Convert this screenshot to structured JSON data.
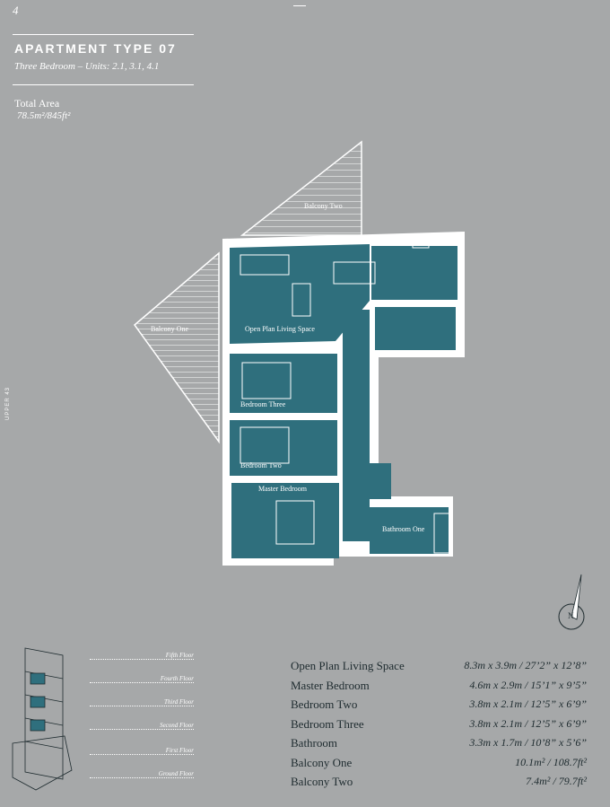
{
  "header": {
    "logo": "4",
    "title": "APARTMENT TYPE 07",
    "subtitle": "Three Bedroom – Units: 2.1, 3.1, 4.1",
    "total_area_label": "Total Area",
    "total_area_value": "78.5m²/845ft²",
    "side_label": "UPPER 43"
  },
  "plan_labels": {
    "balcony_two": "Balcony Two",
    "balcony_one": "Balcony One",
    "living": "Open Plan Living Space",
    "bedroom_three": "Bedroom Three",
    "bedroom_two": "Bedroom Two",
    "master": "Master Bedroom",
    "bathroom_one": "Bathroom One",
    "compass": "N"
  },
  "floors": [
    "Fifth Floor",
    "Fourth Floor",
    "Third Floor",
    "Second Floor",
    "First Floor",
    "Ground Floor"
  ],
  "rooms": [
    {
      "name": "Open Plan Living Space",
      "dim": "8.3m x 3.9m / 27’2” x 12’8”"
    },
    {
      "name": "Master Bedroom",
      "dim": "4.6m x 2.9m / 15’1” x 9’5”"
    },
    {
      "name": "Bedroom Two",
      "dim": "3.8m x 2.1m / 12’5” x 6’9”"
    },
    {
      "name": "Bedroom Three",
      "dim": "3.8m x 2.1m / 12’5” x 6’9”"
    },
    {
      "name": "Bathroom",
      "dim": "3.3m x 1.7m / 10’8” x 5’6”"
    },
    {
      "name": "Balcony One",
      "dim": "10.1m² / 108.7ft²"
    },
    {
      "name": "Balcony Two",
      "dim": "7.4m² / 79.7ft²"
    }
  ],
  "colors": {
    "background": "#a6a8a9",
    "room_fill": "#2f6f7d",
    "wall": "#ffffff"
  }
}
